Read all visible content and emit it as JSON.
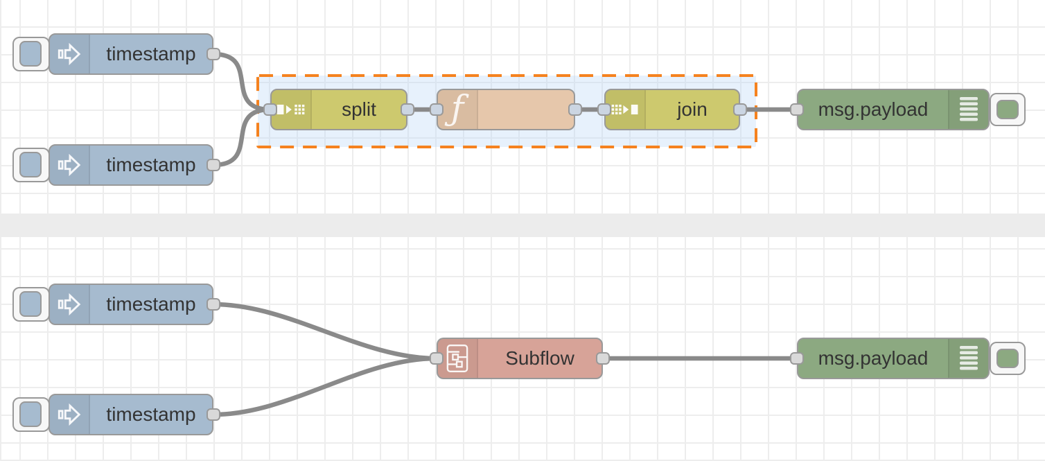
{
  "app": "flow-editor-canvas",
  "canvas": {
    "background": "#ffffff",
    "grid_color": "#ededed",
    "section_divider_color": "#ececec",
    "wire_color": "#8a8a8a"
  },
  "selection_box": {
    "border_color": "#f5821f",
    "fill_color": "rgba(187,214,247,0.35)",
    "style": "dashed"
  },
  "palette": {
    "inject_node": "#a6bbcf",
    "split_join_node": "#cdc96e",
    "function_node": "#e6c7ab",
    "debug_node": "#8ca981",
    "subflow_node": "#d7a398",
    "port_fill": "#d9d9d9",
    "port_fill_selected": "#cbd5e2",
    "node_border": "#999999",
    "label_color": "#333333"
  },
  "icons": {
    "inject": "arrow-right-outline",
    "split": "block-arrow-to-dots",
    "function": "ƒ",
    "join": "dots-arrow-to-block",
    "debug": "list-lines",
    "subflow": "nested-flow-outline"
  },
  "nodes": {
    "inject_top_1": {
      "label": "timestamp",
      "type": "inject"
    },
    "inject_top_2": {
      "label": "timestamp",
      "type": "inject"
    },
    "split": {
      "label": "split",
      "type": "split"
    },
    "function": {
      "label": "",
      "type": "function"
    },
    "join": {
      "label": "join",
      "type": "join"
    },
    "debug_top": {
      "label": "msg.payload",
      "type": "debug"
    },
    "inject_bottom_1": {
      "label": "timestamp",
      "type": "inject"
    },
    "inject_bottom_2": {
      "label": "timestamp",
      "type": "inject"
    },
    "subflow": {
      "label": "Subflow",
      "type": "subflow"
    },
    "debug_bottom": {
      "label": "msg.payload",
      "type": "debug"
    }
  }
}
